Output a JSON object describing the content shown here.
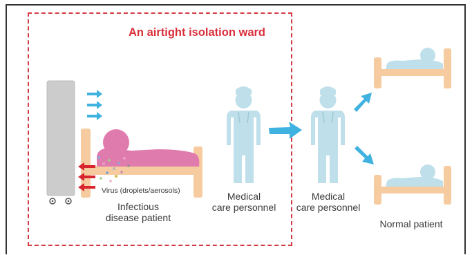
{
  "ward": {
    "title": "An airtight isolation ward"
  },
  "labels": {
    "virus": "Virus (droplets/aerosols)",
    "patient_line1": "Infectious",
    "patient_line2": "disease patient",
    "personnel_inside_line1": "Medical",
    "personnel_inside_line2": "care personnel",
    "personnel_outside_line1": "Medical",
    "personnel_outside_line2": "care personnel",
    "normal_patient": "Normal patient"
  },
  "colors": {
    "ward_border": "#d23a44",
    "title": "#d92f3b",
    "person": "#bfe0ea",
    "arrow_blue": "#3fb2e0",
    "airflow_red": "#d8262f",
    "bed_frame": "#f6cba0",
    "infected_patient": "#e07cad",
    "normal_patient": "#bfe0ea",
    "purifier": "#cccccc"
  },
  "icons": [
    "air-purifier-icon",
    "hospital-bed-icon",
    "patient-icon",
    "doctor-icon",
    "arrow-icon",
    "virus-particles-icon"
  ]
}
